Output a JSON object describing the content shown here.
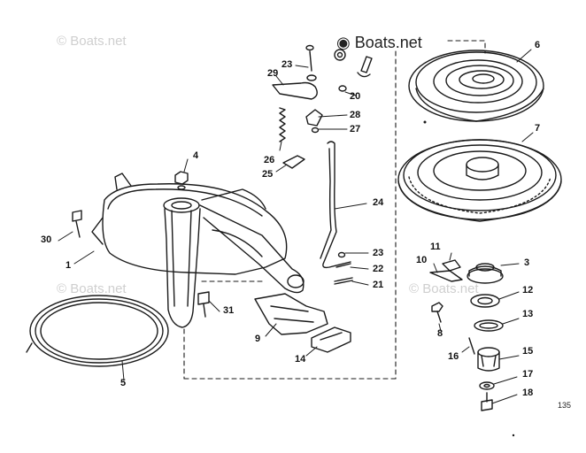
{
  "watermarks": {
    "main": "Boats.net",
    "repeat": "© Boats.net"
  },
  "figure_number": "135",
  "callouts": [
    {
      "id": "23a",
      "text": "23"
    },
    {
      "id": "29",
      "text": "29"
    },
    {
      "id": "20",
      "text": "20"
    },
    {
      "id": "28",
      "text": "28"
    },
    {
      "id": "27",
      "text": "27"
    },
    {
      "id": "26",
      "text": "26"
    },
    {
      "id": "25",
      "text": "25"
    },
    {
      "id": "24",
      "text": "24"
    },
    {
      "id": "23b",
      "text": "23"
    },
    {
      "id": "22",
      "text": "22"
    },
    {
      "id": "21",
      "text": "21"
    },
    {
      "id": "6",
      "text": "6"
    },
    {
      "id": "7",
      "text": "7"
    },
    {
      "id": "11",
      "text": "11"
    },
    {
      "id": "10",
      "text": "10"
    },
    {
      "id": "3",
      "text": "3"
    },
    {
      "id": "12",
      "text": "12"
    },
    {
      "id": "13",
      "text": "13"
    },
    {
      "id": "8",
      "text": "8"
    },
    {
      "id": "16",
      "text": "16"
    },
    {
      "id": "15",
      "text": "15"
    },
    {
      "id": "17",
      "text": "17"
    },
    {
      "id": "18",
      "text": "18"
    },
    {
      "id": "4",
      "text": "4"
    },
    {
      "id": "30",
      "text": "30"
    },
    {
      "id": "1",
      "text": "1"
    },
    {
      "id": "31",
      "text": "31"
    },
    {
      "id": "9",
      "text": "9"
    },
    {
      "id": "14",
      "text": "14"
    },
    {
      "id": "5",
      "text": "5"
    }
  ]
}
